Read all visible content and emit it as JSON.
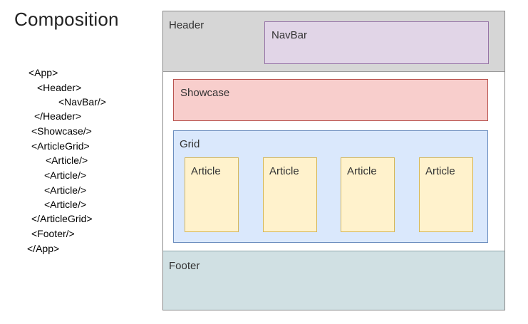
{
  "title": "Composition",
  "tree": [
    "<App>",
    "<Header>",
    "<NavBar/>",
    "</Header>",
    "<Showcase/>",
    "<ArticleGrid>",
    "<Article/>",
    "<Article/>",
    "<Article/>",
    "<Article/>",
    "</ArticleGrid>",
    "<Footer/>",
    "</App>"
  ],
  "layout": {
    "header": "Header",
    "navbar": "NavBar",
    "showcase": "Showcase",
    "grid": "Grid",
    "articles": [
      "Article",
      "Article",
      "Article",
      "Article"
    ],
    "footer": "Footer"
  },
  "colors": {
    "header": "#d6d6d6",
    "navbar": "#e1d5e7",
    "showcase": "#f8cecc",
    "grid": "#dae8fc",
    "article": "#fff2cc",
    "footer": "#d0e0e3"
  }
}
